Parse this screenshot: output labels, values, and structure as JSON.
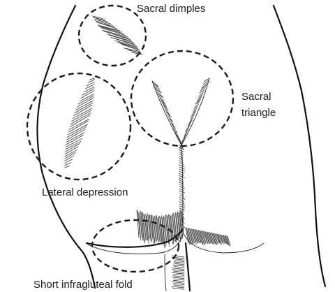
{
  "figure": {
    "labels": {
      "sacral_dimples": "Sacral dimples",
      "sacral_triangle_line1": "Sacral",
      "sacral_triangle_line2": "triangle",
      "lateral_depression": "Lateral depression",
      "short_infragluteal_fold": "Short infragluteal fold"
    }
  }
}
